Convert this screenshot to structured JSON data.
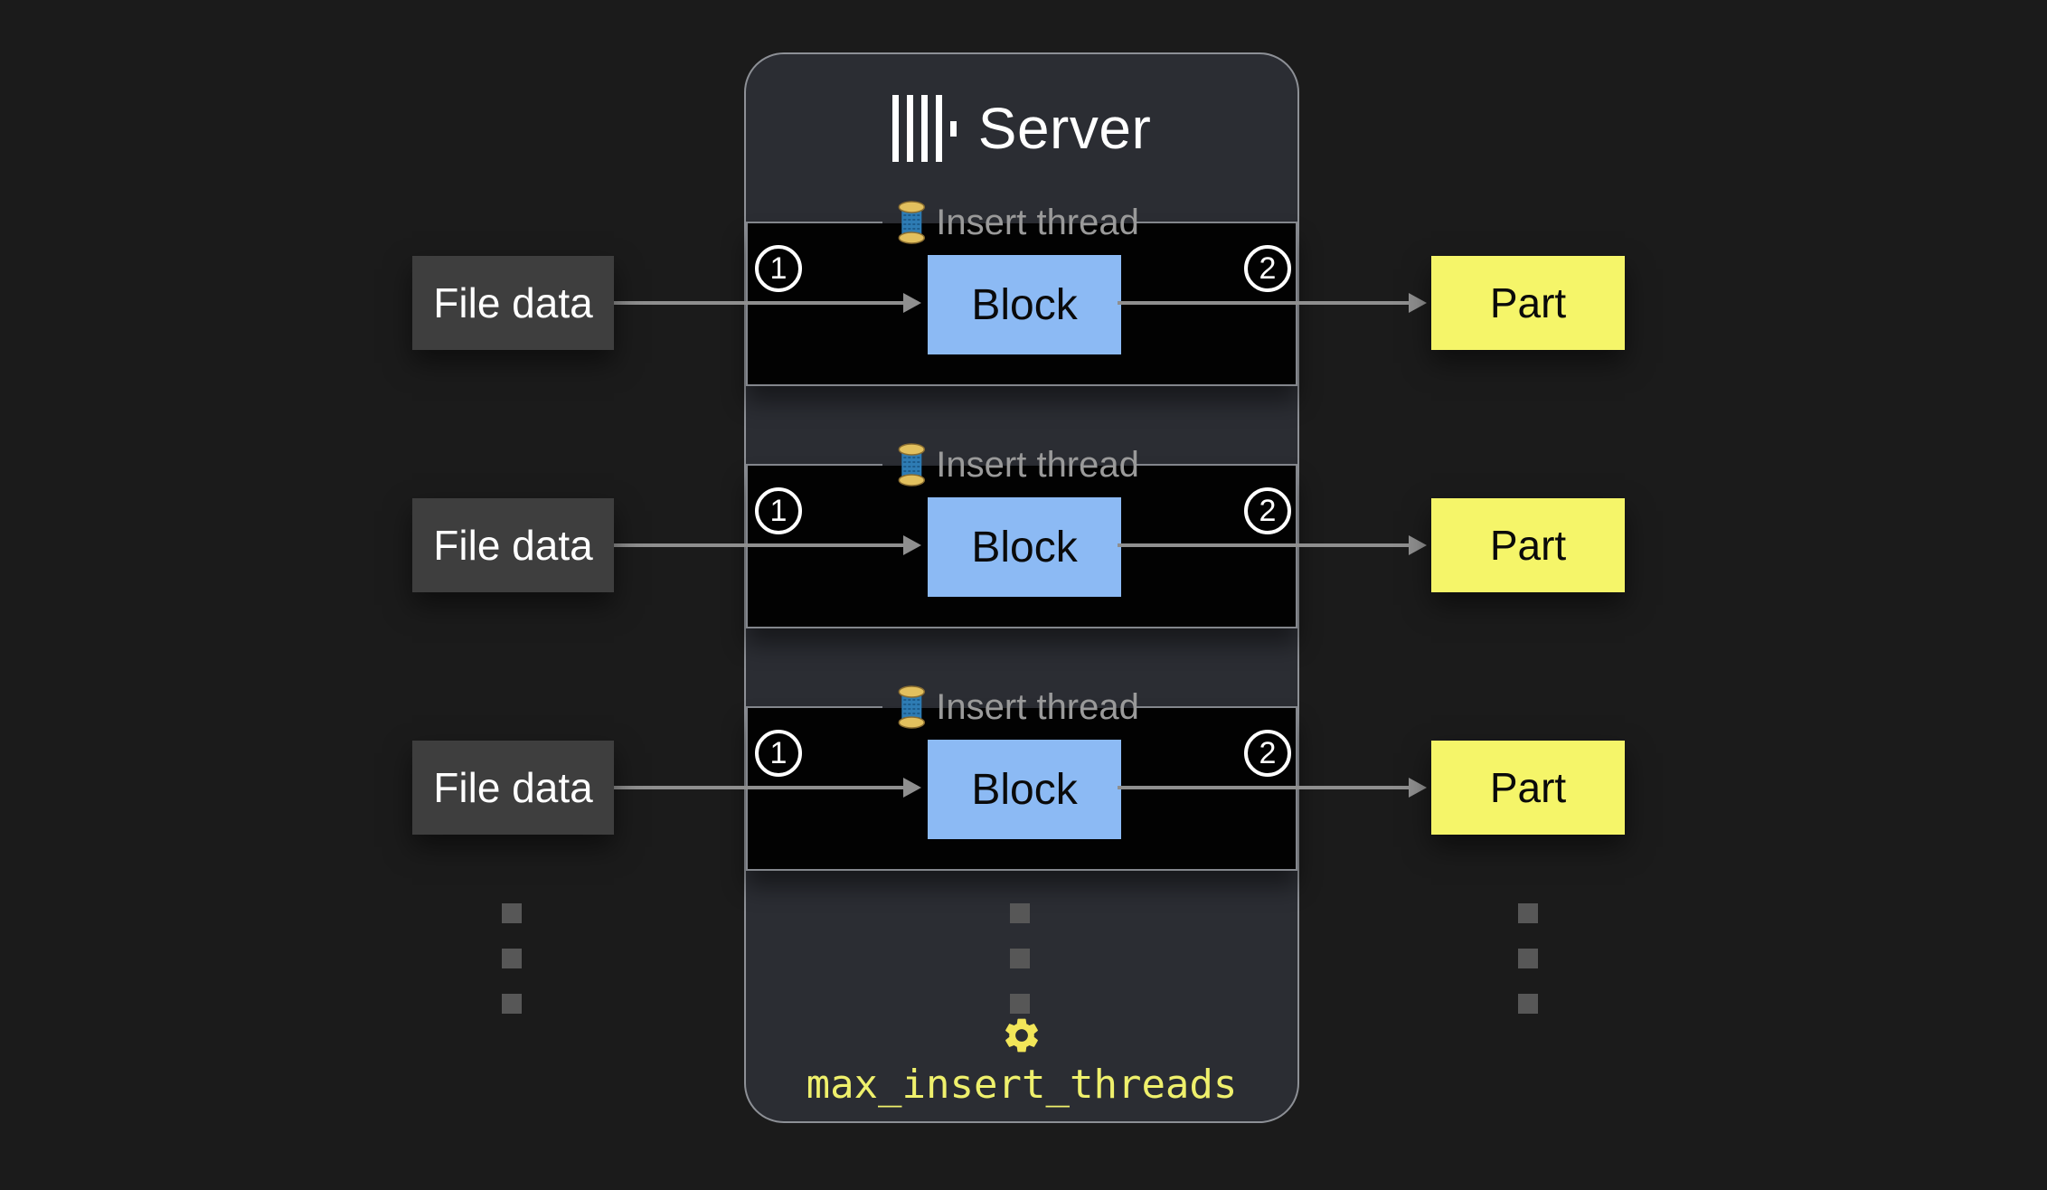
{
  "server": {
    "title": "Server",
    "logo": "clickhouse-logo",
    "setting_label": "max_insert_threads"
  },
  "threads": [
    {
      "label": "Insert thread",
      "step_in": "1",
      "step_out": "2",
      "block": "Block",
      "input": "File data",
      "output": "Part"
    },
    {
      "label": "Insert thread",
      "step_in": "1",
      "step_out": "2",
      "block": "Block",
      "input": "File data",
      "output": "Part"
    },
    {
      "label": "Insert thread",
      "step_in": "1",
      "step_out": "2",
      "block": "Block",
      "input": "File data",
      "output": "Part"
    }
  ],
  "colors": {
    "page_bg": "#1b1b1b",
    "panel_bg": "#2b2d33",
    "row_bg": "#020202",
    "border_gray": "#83868c",
    "block_blue": "#8cbaf4",
    "part_yellow": "#f5f569",
    "file_gray": "#3e3e3e",
    "arrow_gray": "#8f8f8f",
    "legend_gray": "#9a9a9a",
    "setting_yellow": "#eff06c"
  }
}
